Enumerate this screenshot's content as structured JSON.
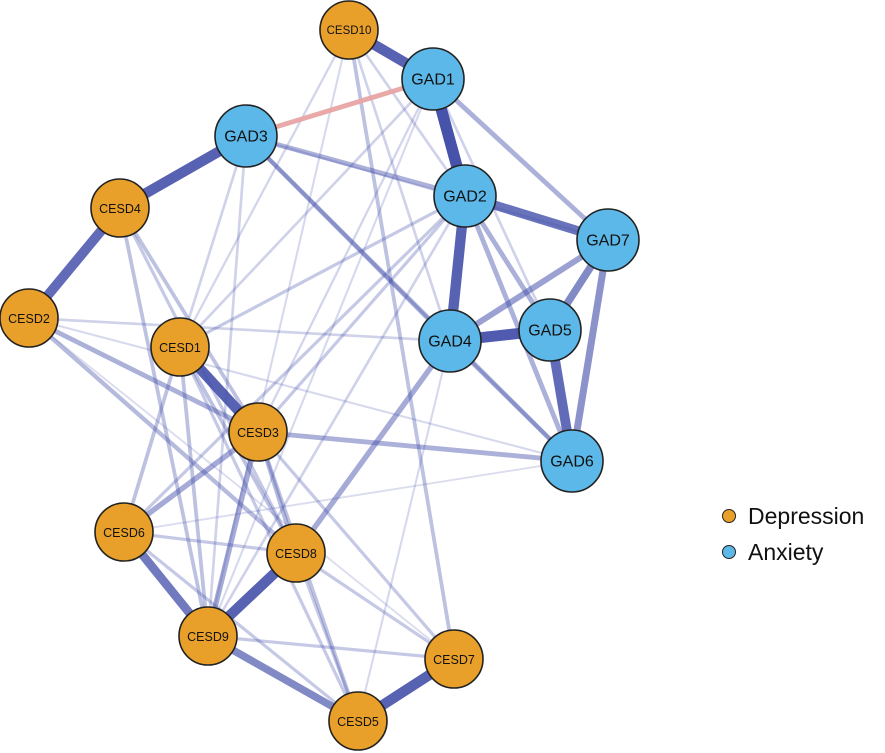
{
  "groups": [
    {
      "id": "depression",
      "label": "Depression",
      "color": "#E8A02A"
    },
    {
      "id": "anxiety",
      "label": "Anxiety",
      "color": "#5BB8E8"
    }
  ],
  "colors": {
    "positive_edge": "#3F4BA8",
    "negative_edge": "#E8A4A4",
    "node_border": "#222222"
  },
  "nodes": [
    {
      "id": "CESD10",
      "label": "CESD10",
      "group": "depression"
    },
    {
      "id": "GAD1",
      "label": "GAD1",
      "group": "anxiety"
    },
    {
      "id": "GAD3",
      "label": "GAD3",
      "group": "anxiety"
    },
    {
      "id": "CESD4",
      "label": "CESD4",
      "group": "depression"
    },
    {
      "id": "GAD2",
      "label": "GAD2",
      "group": "anxiety"
    },
    {
      "id": "GAD7",
      "label": "GAD7",
      "group": "anxiety"
    },
    {
      "id": "CESD2",
      "label": "CESD2",
      "group": "depression"
    },
    {
      "id": "GAD5",
      "label": "GAD5",
      "group": "anxiety"
    },
    {
      "id": "GAD4",
      "label": "GAD4",
      "group": "anxiety"
    },
    {
      "id": "CESD1",
      "label": "CESD1",
      "group": "depression"
    },
    {
      "id": "CESD3",
      "label": "CESD3",
      "group": "depression"
    },
    {
      "id": "GAD6",
      "label": "GAD6",
      "group": "anxiety"
    },
    {
      "id": "CESD6",
      "label": "CESD6",
      "group": "depression"
    },
    {
      "id": "CESD8",
      "label": "CESD8",
      "group": "depression"
    },
    {
      "id": "CESD9",
      "label": "CESD9",
      "group": "depression"
    },
    {
      "id": "CESD7",
      "label": "CESD7",
      "group": "depression"
    },
    {
      "id": "CESD5",
      "label": "CESD5",
      "group": "depression"
    }
  ],
  "edges": [
    {
      "from": "CESD10",
      "to": "GAD1",
      "weight": 0.85,
      "sign": "positive"
    },
    {
      "from": "GAD3",
      "to": "GAD1",
      "weight": 0.35,
      "sign": "negative"
    },
    {
      "from": "GAD1",
      "to": "GAD2",
      "weight": 0.95,
      "sign": "positive"
    },
    {
      "from": "GAD3",
      "to": "CESD4",
      "weight": 0.85,
      "sign": "positive"
    },
    {
      "from": "CESD4",
      "to": "CESD2",
      "weight": 0.8,
      "sign": "positive"
    },
    {
      "from": "GAD2",
      "to": "GAD4",
      "weight": 0.85,
      "sign": "positive"
    },
    {
      "from": "GAD2",
      "to": "GAD7",
      "weight": 0.75,
      "sign": "positive"
    },
    {
      "from": "GAD4",
      "to": "GAD5",
      "weight": 0.9,
      "sign": "positive"
    },
    {
      "from": "GAD5",
      "to": "GAD6",
      "weight": 0.8,
      "sign": "positive"
    },
    {
      "from": "GAD7",
      "to": "GAD5",
      "weight": 0.6,
      "sign": "positive"
    },
    {
      "from": "GAD7",
      "to": "GAD6",
      "weight": 0.55,
      "sign": "positive"
    },
    {
      "from": "GAD7",
      "to": "GAD4",
      "weight": 0.45,
      "sign": "positive"
    },
    {
      "from": "CESD1",
      "to": "CESD3",
      "weight": 0.85,
      "sign": "positive"
    },
    {
      "from": "CESD8",
      "to": "CESD9",
      "weight": 0.85,
      "sign": "positive"
    },
    {
      "from": "CESD6",
      "to": "CESD9",
      "weight": 0.7,
      "sign": "positive"
    },
    {
      "from": "CESD7",
      "to": "CESD5",
      "weight": 0.85,
      "sign": "positive"
    },
    {
      "from": "CESD9",
      "to": "CESD5",
      "weight": 0.6,
      "sign": "positive"
    },
    {
      "from": "CESD3",
      "to": "CESD6",
      "weight": 0.4,
      "sign": "positive"
    },
    {
      "from": "CESD3",
      "to": "CESD9",
      "weight": 0.4,
      "sign": "positive"
    },
    {
      "from": "CESD3",
      "to": "GAD6",
      "weight": 0.35,
      "sign": "positive"
    },
    {
      "from": "CESD8",
      "to": "GAD4",
      "weight": 0.4,
      "sign": "positive"
    },
    {
      "from": "GAD3",
      "to": "GAD2",
      "weight": 0.35,
      "sign": "positive"
    },
    {
      "from": "GAD3",
      "to": "GAD4",
      "weight": 0.3,
      "sign": "positive"
    },
    {
      "from": "GAD3",
      "to": "GAD6",
      "weight": 0.3,
      "sign": "positive"
    },
    {
      "from": "GAD1",
      "to": "GAD7",
      "weight": 0.35,
      "sign": "positive"
    },
    {
      "from": "GAD2",
      "to": "GAD5",
      "weight": 0.35,
      "sign": "positive"
    },
    {
      "from": "GAD2",
      "to": "GAD6",
      "weight": 0.35,
      "sign": "positive"
    },
    {
      "from": "GAD4",
      "to": "GAD6",
      "weight": 0.3,
      "sign": "positive"
    },
    {
      "from": "CESD2",
      "to": "CESD3",
      "weight": 0.35,
      "sign": "positive"
    },
    {
      "from": "CESD2",
      "to": "CESD8",
      "weight": 0.3,
      "sign": "positive"
    },
    {
      "from": "CESD2",
      "to": "GAD4",
      "weight": 0.15,
      "sign": "positive"
    },
    {
      "from": "CESD4",
      "to": "CESD3",
      "weight": 0.25,
      "sign": "positive"
    },
    {
      "from": "CESD4",
      "to": "CESD9",
      "weight": 0.25,
      "sign": "positive"
    },
    {
      "from": "CESD4",
      "to": "CESD8",
      "weight": 0.2,
      "sign": "positive"
    },
    {
      "from": "CESD1",
      "to": "CESD6",
      "weight": 0.25,
      "sign": "positive"
    },
    {
      "from": "CESD1",
      "to": "CESD9",
      "weight": 0.25,
      "sign": "positive"
    },
    {
      "from": "CESD1",
      "to": "CESD8",
      "weight": 0.25,
      "sign": "positive"
    },
    {
      "from": "CESD1",
      "to": "GAD2",
      "weight": 0.2,
      "sign": "positive"
    },
    {
      "from": "CESD1",
      "to": "GAD3",
      "weight": 0.15,
      "sign": "positive"
    },
    {
      "from": "CESD1",
      "to": "GAD1",
      "weight": 0.15,
      "sign": "positive"
    },
    {
      "from": "CESD1",
      "to": "CESD5",
      "weight": 0.2,
      "sign": "positive"
    },
    {
      "from": "CESD3",
      "to": "CESD8",
      "weight": 0.3,
      "sign": "positive"
    },
    {
      "from": "CESD3",
      "to": "CESD5",
      "weight": 0.25,
      "sign": "positive"
    },
    {
      "from": "CESD3",
      "to": "GAD2",
      "weight": 0.2,
      "sign": "positive"
    },
    {
      "from": "CESD3",
      "to": "CESD7",
      "weight": 0.2,
      "sign": "positive"
    },
    {
      "from": "CESD6",
      "to": "CESD8",
      "weight": 0.2,
      "sign": "positive"
    },
    {
      "from": "CESD6",
      "to": "GAD2",
      "weight": 0.2,
      "sign": "positive"
    },
    {
      "from": "CESD6",
      "to": "CESD5",
      "weight": 0.2,
      "sign": "positive"
    },
    {
      "from": "CESD9",
      "to": "CESD7",
      "weight": 0.2,
      "sign": "positive"
    },
    {
      "from": "CESD9",
      "to": "GAD3",
      "weight": 0.15,
      "sign": "positive"
    },
    {
      "from": "CESD8",
      "to": "CESD7",
      "weight": 0.2,
      "sign": "positive"
    },
    {
      "from": "CESD8",
      "to": "CESD5",
      "weight": 0.2,
      "sign": "positive"
    },
    {
      "from": "CESD10",
      "to": "CESD7",
      "weight": 0.25,
      "sign": "positive"
    },
    {
      "from": "CESD10",
      "to": "GAD4",
      "weight": 0.15,
      "sign": "positive"
    },
    {
      "from": "CESD10",
      "to": "CESD1",
      "weight": 0.12,
      "sign": "positive"
    },
    {
      "from": "CESD10",
      "to": "CESD9",
      "weight": 0.1,
      "sign": "positive"
    },
    {
      "from": "CESD10",
      "to": "GAD2",
      "weight": 0.15,
      "sign": "positive"
    },
    {
      "from": "GAD1",
      "to": "CESD3",
      "weight": 0.12,
      "sign": "positive"
    },
    {
      "from": "GAD1",
      "to": "CESD9",
      "weight": 0.1,
      "sign": "positive"
    },
    {
      "from": "GAD1",
      "to": "GAD5",
      "weight": 0.15,
      "sign": "positive"
    },
    {
      "from": "GAD2",
      "to": "CESD9",
      "weight": 0.15,
      "sign": "positive"
    },
    {
      "from": "CESD2",
      "to": "GAD6",
      "weight": 0.1,
      "sign": "positive"
    },
    {
      "from": "CESD2",
      "to": "CESD7",
      "weight": 0.08,
      "sign": "positive"
    },
    {
      "from": "CESD6",
      "to": "GAD6",
      "weight": 0.08,
      "sign": "positive"
    },
    {
      "from": "GAD3",
      "to": "GAD7",
      "weight": 0.12,
      "sign": "positive"
    },
    {
      "from": "CESD5",
      "to": "GAD4",
      "weight": 0.1,
      "sign": "positive"
    }
  ]
}
